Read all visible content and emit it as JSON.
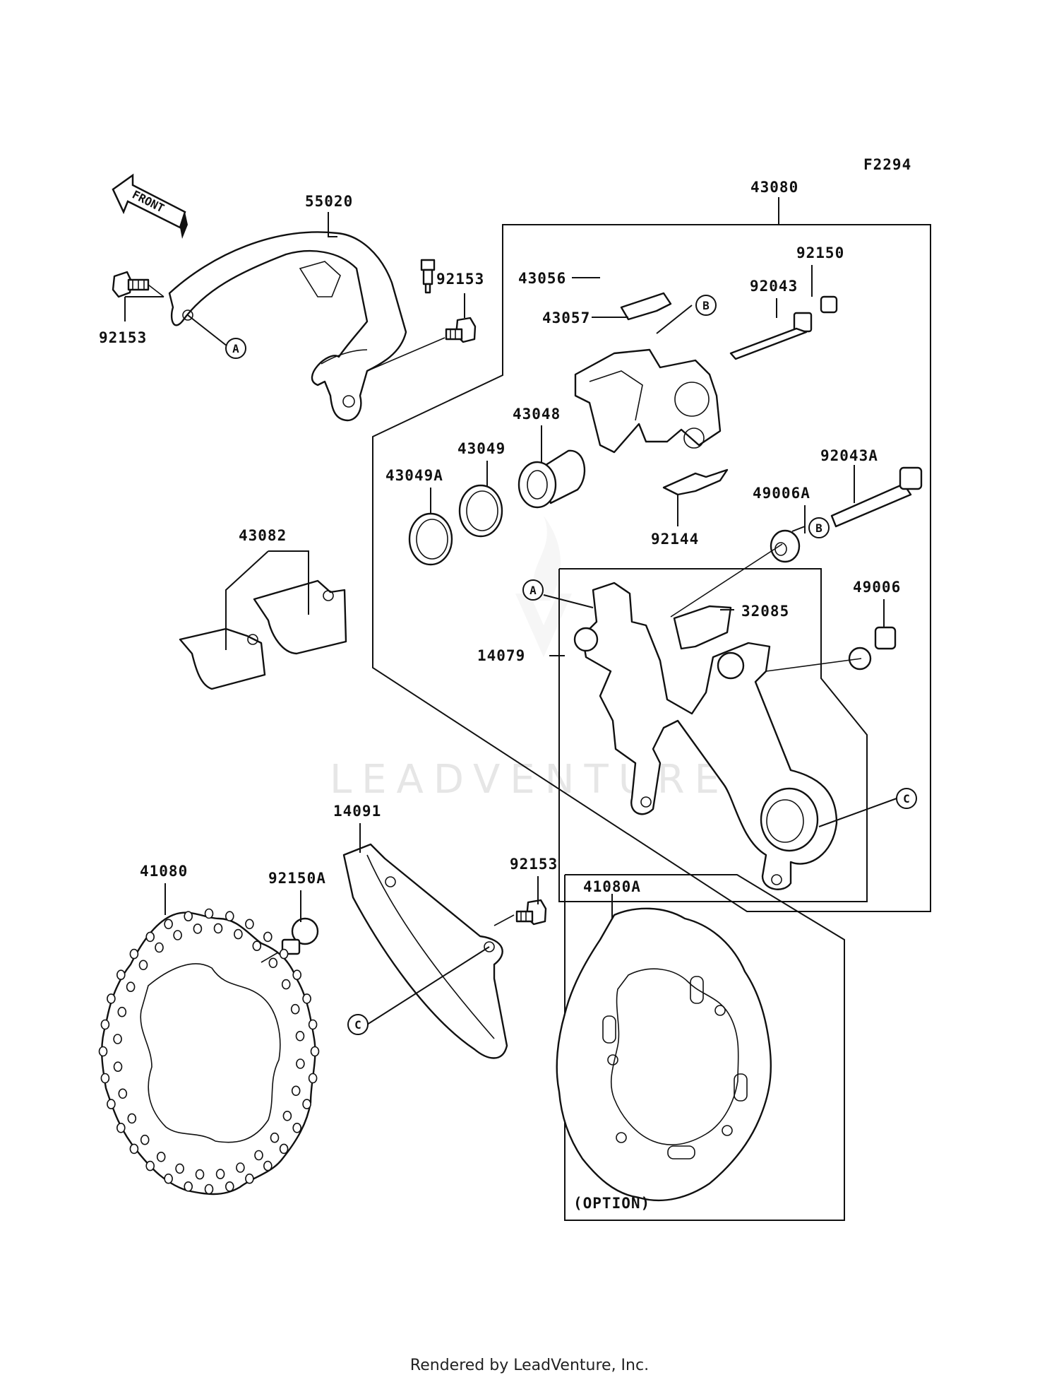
{
  "diagram_code": "F2294",
  "front_label": "FRONT",
  "watermark": "LEADVENTURE",
  "option_label": "(OPTION)",
  "footer": "Rendered by LeadVenture, Inc.",
  "parts": {
    "p55020": "55020",
    "p92153_left": "92153",
    "p92153_upper": "92153",
    "p92153_lower": "92153",
    "p43080": "43080",
    "p43056": "43056",
    "p43057": "43057",
    "p92150": "92150",
    "p92043": "92043",
    "p43048": "43048",
    "p43049": "43049",
    "p43049A": "43049A",
    "p92144": "92144",
    "p92043A": "92043A",
    "p49006A": "49006A",
    "p43082": "43082",
    "p32085": "32085",
    "p49006": "49006",
    "p14079": "14079",
    "p14091": "14091",
    "p41080": "41080",
    "p92150A": "92150A",
    "p41080A": "41080A"
  },
  "callouts": {
    "a": "A",
    "b": "B",
    "c": "C"
  },
  "icons": [
    "front-arrow-icon"
  ]
}
